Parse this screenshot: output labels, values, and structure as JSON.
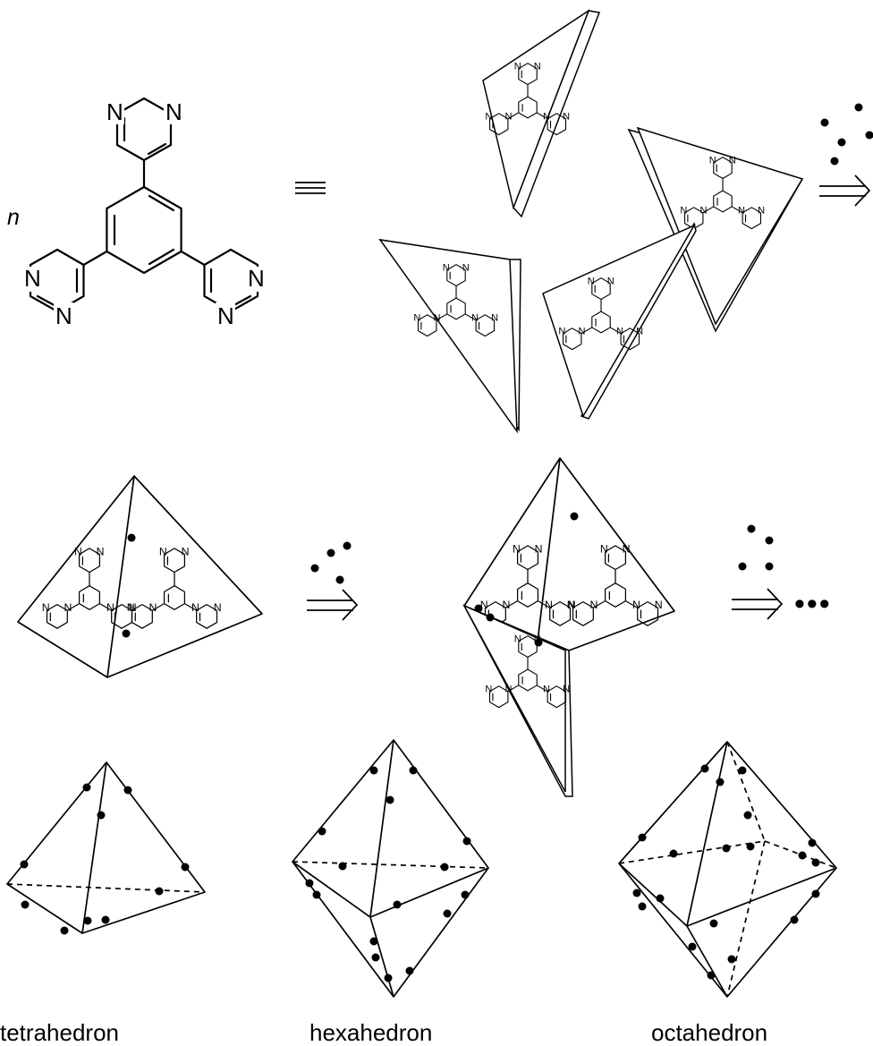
{
  "figure": {
    "ligand_prefix": "n",
    "atom_label": "N",
    "polyhedra": [
      {
        "label": "tetrahedron"
      },
      {
        "label": "hexahedron"
      },
      {
        "label": "octahedron"
      }
    ],
    "continuation": "•••",
    "colors": {
      "ink": "#000000",
      "background": "#ffffff"
    }
  }
}
